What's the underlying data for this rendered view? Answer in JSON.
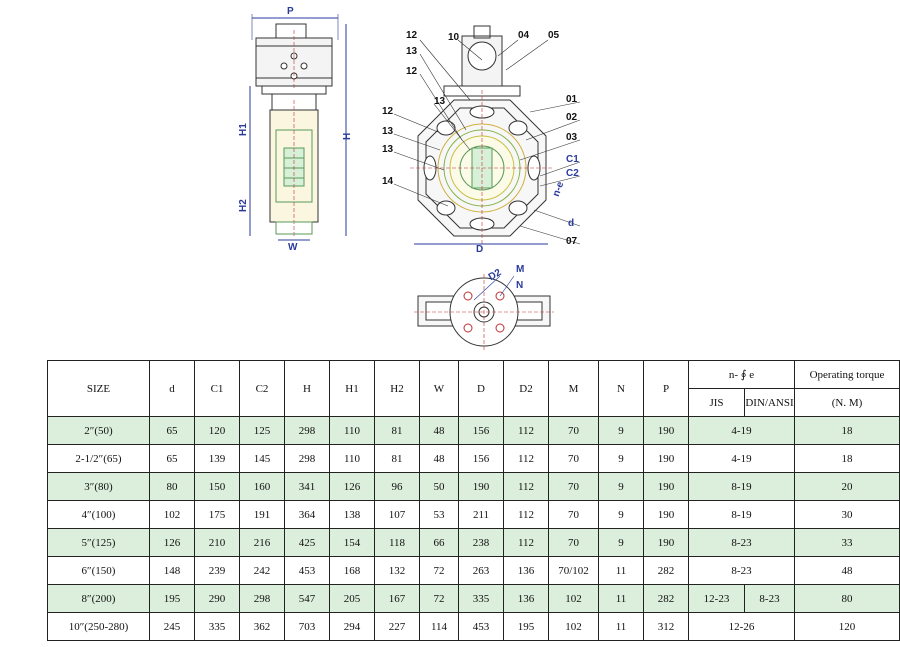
{
  "drawing_labels": {
    "P": "P",
    "H1": "H1",
    "H2": "H2",
    "H": "H",
    "W": "W",
    "D": "D",
    "D2": "D2",
    "M": "M",
    "N": "N",
    "c12a": "12",
    "c13a": "13",
    "c12b": "12",
    "c12c": "12",
    "c13b": "13",
    "c13c": "13",
    "c13d": "13",
    "c14": "14",
    "c10": "10",
    "c04": "04",
    "c05": "05",
    "c01": "01",
    "c02": "02",
    "c03": "03",
    "cC1": "C1",
    "cC2": "C2",
    "cne": "n-e",
    "cd": "d",
    "c07": "07"
  },
  "table": {
    "headers": {
      "size": "SIZE",
      "d": "d",
      "c1": "C1",
      "c2": "C2",
      "h": "H",
      "h1": "H1",
      "h2": "H2",
      "w": "W",
      "D": "D",
      "d2": "D2",
      "m": "M",
      "n": "N",
      "p": "P",
      "n_phi_e": "n- ∮ e",
      "jis": "JIS",
      "din_ansi": "DIN/ANSI",
      "torque": "Operating torque",
      "torque_unit": "(N. M)"
    },
    "rows": [
      {
        "size": "2″(50)",
        "d": "65",
        "c1": "120",
        "c2": "125",
        "h": "298",
        "h1": "110",
        "h2": "81",
        "w": "48",
        "D": "156",
        "d2": "112",
        "m": "70",
        "n": "9",
        "p": "190",
        "nphi": "4-19",
        "torque": "18"
      },
      {
        "size": "2-1/2″(65)",
        "d": "65",
        "c1": "139",
        "c2": "145",
        "h": "298",
        "h1": "110",
        "h2": "81",
        "w": "48",
        "D": "156",
        "d2": "112",
        "m": "70",
        "n": "9",
        "p": "190",
        "nphi": "4-19",
        "torque": "18"
      },
      {
        "size": "3″(80)",
        "d": "80",
        "c1": "150",
        "c2": "160",
        "h": "341",
        "h1": "126",
        "h2": "96",
        "w": "50",
        "D": "190",
        "d2": "112",
        "m": "70",
        "n": "9",
        "p": "190",
        "nphi": "8-19",
        "torque": "20"
      },
      {
        "size": "4″(100)",
        "d": "102",
        "c1": "175",
        "c2": "191",
        "h": "364",
        "h1": "138",
        "h2": "107",
        "w": "53",
        "D": "211",
        "d2": "112",
        "m": "70",
        "n": "9",
        "p": "190",
        "nphi": "8-19",
        "torque": "30"
      },
      {
        "size": "5″(125)",
        "d": "126",
        "c1": "210",
        "c2": "216",
        "h": "425",
        "h1": "154",
        "h2": "118",
        "w": "66",
        "D": "238",
        "d2": "112",
        "m": "70",
        "n": "9",
        "p": "190",
        "nphi": "8-23",
        "torque": "33"
      },
      {
        "size": "6″(150)",
        "d": "148",
        "c1": "239",
        "c2": "242",
        "h": "453",
        "h1": "168",
        "h2": "132",
        "w": "72",
        "D": "263",
        "d2": "136",
        "m": "70/102",
        "n": "11",
        "p": "282",
        "nphi": "8-23",
        "torque": "48"
      },
      {
        "size": "8″(200)",
        "d": "195",
        "c1": "290",
        "c2": "298",
        "h": "547",
        "h1": "205",
        "h2": "167",
        "w": "72",
        "D": "335",
        "d2": "136",
        "m": "102",
        "n": "11",
        "p": "282",
        "jis": "12-23",
        "din": "8-23",
        "torque": "80"
      },
      {
        "size": "10″(250-280)",
        "d": "245",
        "c1": "335",
        "c2": "362",
        "h": "703",
        "h1": "294",
        "h2": "227",
        "w": "114",
        "D": "453",
        "d2": "195",
        "m": "102",
        "n": "11",
        "p": "312",
        "nphi": "12-26",
        "torque": "120"
      }
    ]
  }
}
